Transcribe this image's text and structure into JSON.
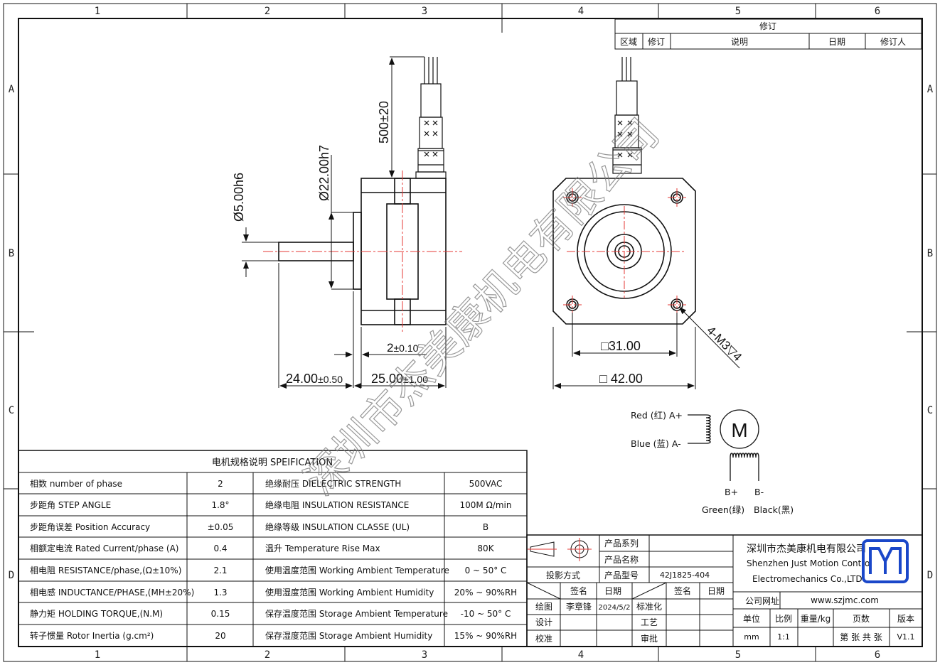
{
  "zone_columns": [
    "1",
    "2",
    "3",
    "4",
    "5",
    "6"
  ],
  "zone_rows": [
    "A",
    "B",
    "C",
    "D"
  ],
  "revision_table": {
    "title": "修订",
    "headers": [
      "区域",
      "修订",
      "说明",
      "日期",
      "修订人"
    ]
  },
  "dimensions": {
    "lead_length": "500±20",
    "pilot_dia": "Ø22.00h7",
    "shaft_dia": "Ø5.00h6",
    "pilot_depth_main": "2",
    "pilot_depth_tol": "±0.10",
    "shaft_len_main": "24.00",
    "shaft_len_tol": "±0.50",
    "body_len_main": "25.00",
    "body_len_tol": "±1.00",
    "hole_spacing": "□31.00",
    "flange_size": "□ 42.00",
    "mount_holes": "4-M3▽4"
  },
  "wiring": {
    "motor_symbol": "M",
    "red_label": "Red (红) A+",
    "blue_label": "Blue (蓝) A-",
    "b_plus": "B+",
    "b_minus": "B-",
    "green_label": "Green(绿)",
    "black_label": "Black(黑)"
  },
  "watermark": "深圳市杰美康机电有限公司",
  "spec_table": {
    "title": "电机规格说明 SPEIFICATION",
    "rows": [
      {
        "p1": "相数 number of phase",
        "v1": "2",
        "p2": "绝缘耐压 DIELECTRIC STRENGTH",
        "v2": "500VAC"
      },
      {
        "p1": "步距角 STEP ANGLE",
        "v1": "1.8°",
        "p2": "绝缘电阻 INSULATION RESISTANCE",
        "v2": "100M Ω/min"
      },
      {
        "p1": "步距角误差 Position Accuracy",
        "v1": "±0.05",
        "p2": "绝缘等级 INSULATION CLASSE (UL)",
        "v2": "B"
      },
      {
        "p1": "相额定电流 Rated Current/phase (A)",
        "v1": "0.4",
        "p2": "温升 Temperature Rise Max",
        "v2": "80K"
      },
      {
        "p1": "相电阻 RESISTANCE/phase,(Ω±10%)",
        "v1": "2.1",
        "p2": "使用温度范围 Working Ambient Temperature",
        "v2": "0 ~ 50° C"
      },
      {
        "p1": "相电感 INDUCTANCE/PHASE,(MH±20%)",
        "v1": "1.3",
        "p2": "使用湿度范围 Working Ambient Humidity",
        "v2": "20% ~ 90%RH"
      },
      {
        "p1": "静力矩 HOLDING TORQUE,(N.M)",
        "v1": "0.15",
        "p2": "保存温度范围 Storage Ambient Temperature",
        "v2": "-10 ~ 50° C"
      },
      {
        "p1": "转子惯量 Rotor Inertia (g.cm²)",
        "v1": "20",
        "p2": "保存湿度范围 Storage Ambient Humidity",
        "v2": "15% ~ 90%RH"
      }
    ]
  },
  "title_block": {
    "projection_label": "投影方式",
    "product_series": "产品系列",
    "product_name": "产品名称",
    "product_model": "产品型号",
    "model_value": "42J1825-404",
    "sign": "签名",
    "date": "日期",
    "draw": "绘图",
    "drawer": "李章锋",
    "draw_date": "2024/5/2",
    "standard": "标准化",
    "design": "设计",
    "process": "工艺",
    "check": "校准",
    "approve": "审批",
    "company_cn": "深圳市杰美康机电有限公司",
    "company_en1": "Shenzhen Just Motion Control",
    "company_en2": "Electromechanics Co.,LTD",
    "website_label": "公司网址",
    "website": "www.szjmc.com",
    "unit": "单位",
    "unit_value": "mm",
    "scale": "比例",
    "scale_value": "1:1",
    "weight": "重量/kg",
    "pages": "页数",
    "pages_value": "第 张 共 张",
    "version": "版本",
    "version_value": "V1.1"
  },
  "colors": {
    "line": "#111111",
    "centerline": "#e53935",
    "logo_blue": "#1a47c9",
    "watermark": "#777777"
  }
}
